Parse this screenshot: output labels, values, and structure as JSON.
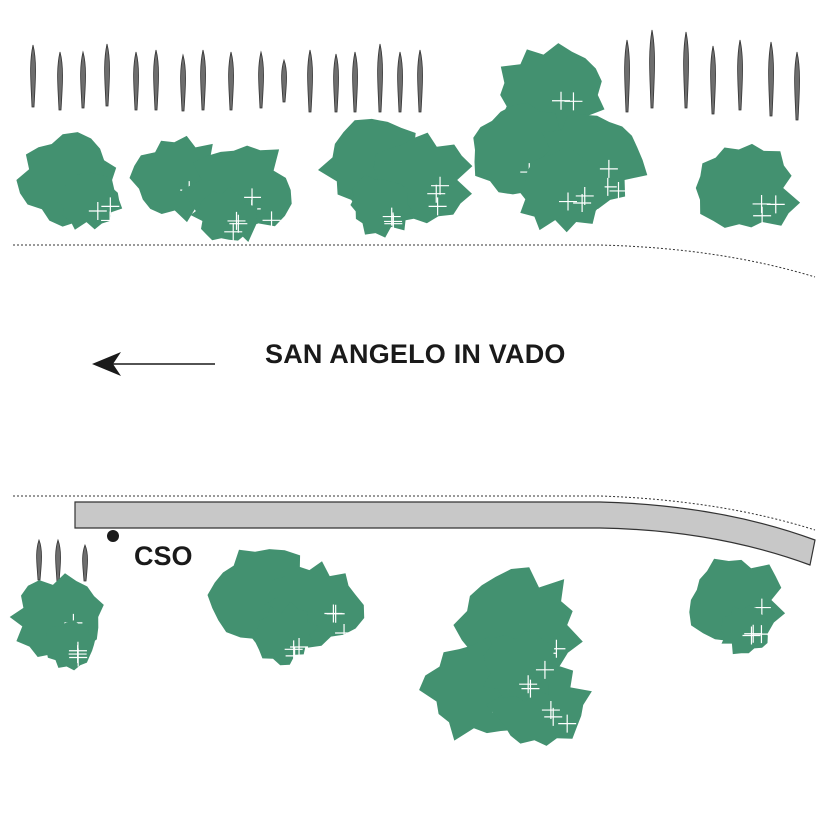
{
  "road": {
    "label": "SAN ANGELO IN VADO",
    "direction": "west"
  },
  "point_of_interest": {
    "label": "CSO",
    "marker": "filled-dot"
  },
  "colors": {
    "vegetation": "#439170",
    "trees_rows": "#6e6e6e",
    "sidewalk_fill": "#c8c8c8",
    "text": "#1a1a1a",
    "road_edge": "#333333"
  },
  "symbols": {
    "tree_row": "cypress-icon",
    "shrub": "shrub-icon",
    "arrow": "left-arrow-icon"
  }
}
